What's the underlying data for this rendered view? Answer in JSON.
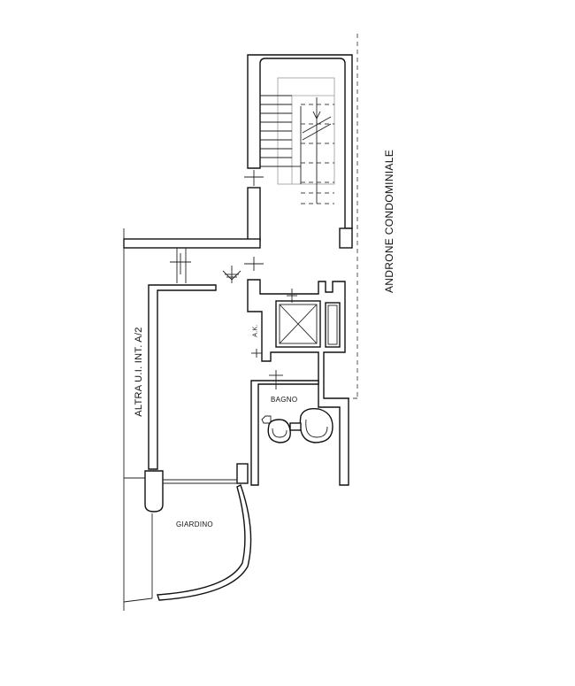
{
  "labels": {
    "androne": "ANDRONE CONDOMINIALE",
    "altra": "ALTRA U.I. INT. A/2",
    "bagno": "BAGNO",
    "ak": "A.K.",
    "giardino": "GIARDINO"
  }
}
